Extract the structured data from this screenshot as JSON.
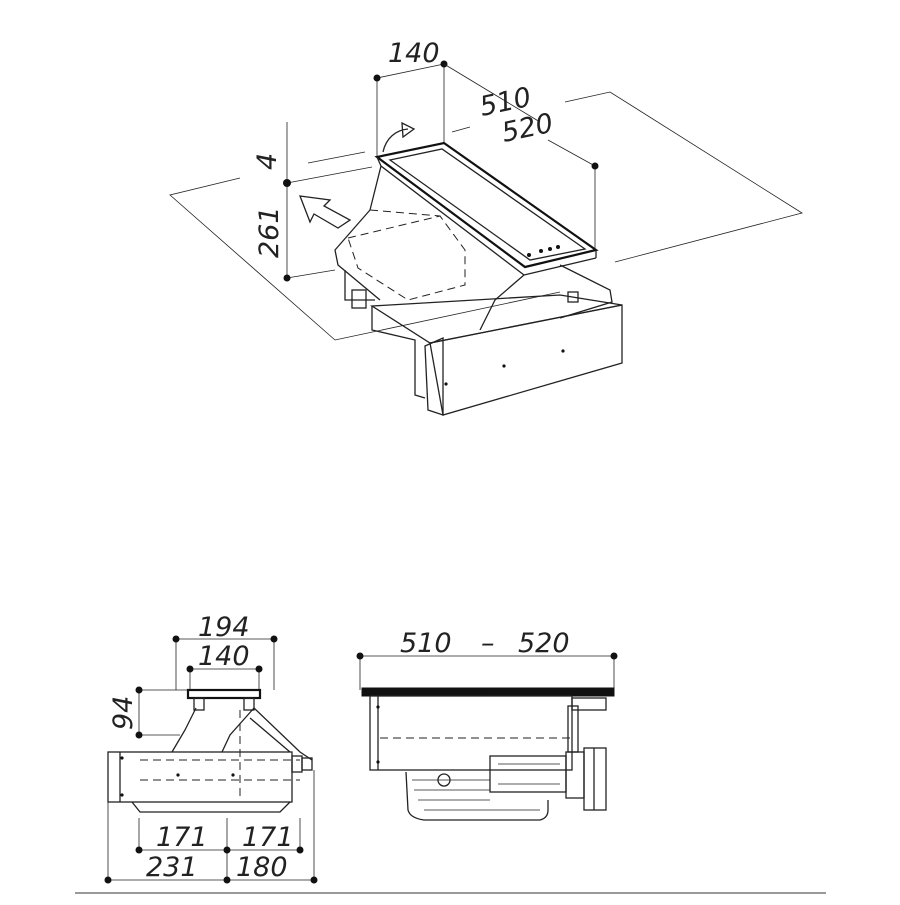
{
  "iso_view": {
    "dims": {
      "width_top": "140",
      "depth_a": "510",
      "depth_b": "520",
      "gap": "4",
      "height": "261"
    }
  },
  "side_view": {
    "dims": {
      "outer_top": "194",
      "inner_top": "140",
      "top_height": "94",
      "bottom_left_inner": "171",
      "bottom_right_inner": "171",
      "bottom_left_outer": "231",
      "bottom_right_outer": "180"
    }
  },
  "front_view": {
    "dims": {
      "width_range_min": "510",
      "width_range_sep": "–",
      "width_range_max": "520"
    }
  }
}
